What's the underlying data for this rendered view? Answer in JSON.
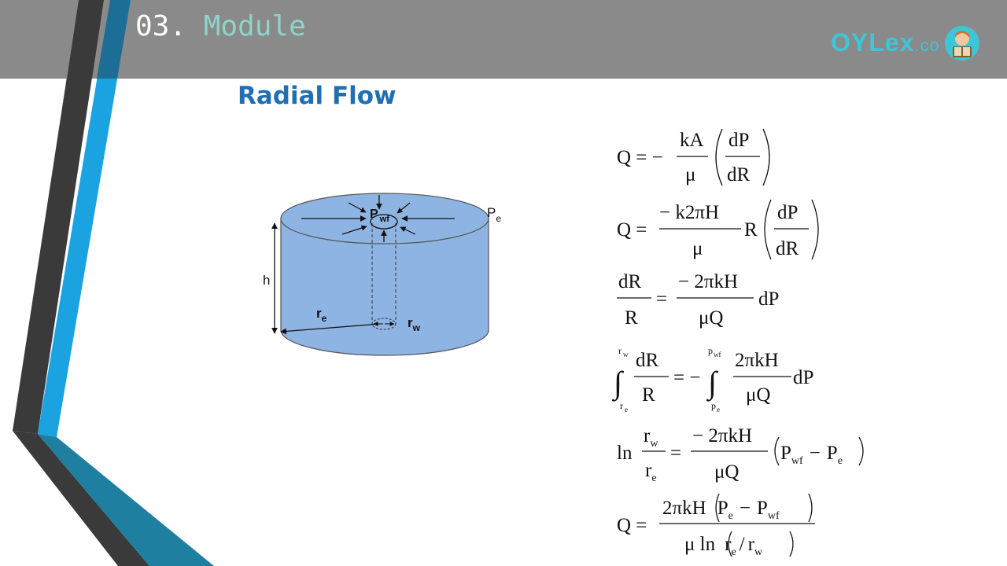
{
  "header": {
    "module_number": "03.",
    "module_name": "Module",
    "logo": {
      "brand": "OYLex",
      "suffix": ".co",
      "avatar_icon": "reading-person-icon"
    }
  },
  "slide": {
    "title": "Radial Flow"
  },
  "diagram": {
    "labels": {
      "p_wf_main": "P",
      "p_wf_sub": "wf",
      "p_e_main": "P",
      "p_e_sub": "e",
      "h": "h",
      "r_e_main": "r",
      "r_e_sub": "e",
      "r_w_main": "r",
      "r_w_sub": "w"
    }
  },
  "equations": {
    "eq1": {
      "lhs": "Q = −",
      "num": "kA",
      "den": "μ",
      "inner_num": "dP",
      "inner_den": "dR"
    },
    "eq2": {
      "lhs": "Q =",
      "num": "− k2πH",
      "den": "μ",
      "mid": "R",
      "inner_num": "dP",
      "inner_den": "dR"
    },
    "eq3": {
      "lnum": "dR",
      "lden": "R",
      "eq": "=",
      "num": "− 2πkH",
      "den": "μQ",
      "tail": "dP"
    },
    "eq4": {
      "int1_top": "r",
      "int1_top_sub": "w",
      "int1_bot": "r",
      "int1_bot_sub": "e",
      "lnum": "dR",
      "lden": "R",
      "eq": "= −",
      "int2_top": "p",
      "int2_top_sub": "wf",
      "int2_bot": "p",
      "int2_bot_sub": "e",
      "num": "2πkH",
      "den": "μQ",
      "tail": "dP"
    },
    "eq5": {
      "ln": "ln",
      "rnum": "r",
      "rnum_sub": "w",
      "rden": "r",
      "rden_sub": "e",
      "eq": "=",
      "num": "− 2πkH",
      "den": "μQ",
      "paren_a": "P",
      "paren_a_sub": "wf",
      "minus": "−",
      "paren_b": "P",
      "paren_b_sub": "e"
    },
    "eq6": {
      "lhs": "Q =",
      "num_a": "2πkH",
      "num_p1": "P",
      "num_p1_sub": "e",
      "num_minus": "−",
      "num_p2": "P",
      "num_p2_sub": "wf",
      "den_a": "μ ln",
      "den_r1": "r",
      "den_r1_sub": "e",
      "den_slash": "/",
      "den_r2": "r",
      "den_r2_sub": "w"
    }
  },
  "colors": {
    "header_bg": "#8a8a8a",
    "title_blue": "#1f6fb2",
    "module_teal": "#8fd3c9",
    "cylinder_fill": "#8eb4e3",
    "stripe_dark": "#3a3a3a",
    "stripe_blue": "#1aa3e0",
    "stripe_teal": "#1e7fa0",
    "logo_cyan": "#3ec6d6"
  }
}
